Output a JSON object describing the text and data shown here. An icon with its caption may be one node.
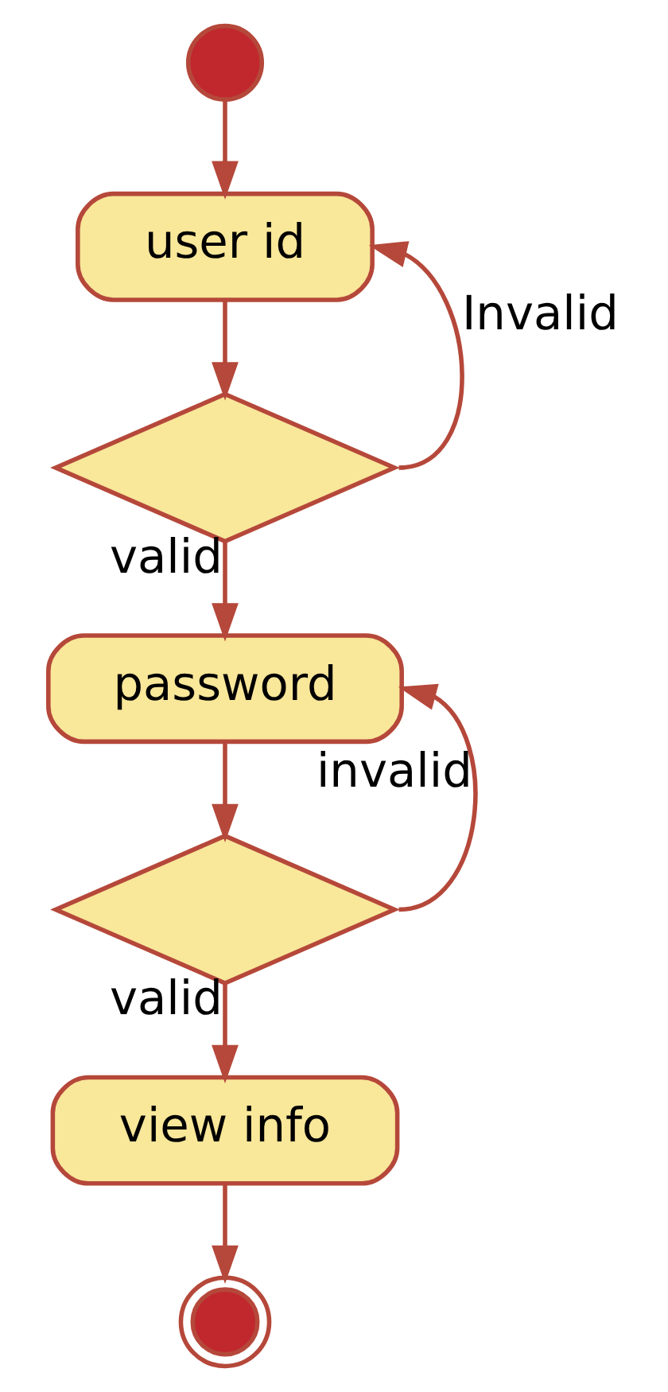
{
  "diagram": {
    "nodes": [
      {
        "text": [],
        "shape": "circle"
      },
      {
        "text": [
          "user id"
        ]
      },
      {
        "text": [],
        "shape": "diamond"
      },
      {
        "text": [
          "password"
        ]
      },
      {
        "text": [],
        "shape": "diamond"
      },
      {
        "text": [
          "view info"
        ]
      },
      {
        "text": [],
        "shape": "circle"
      }
    ],
    "edges": [
      {
        "from": 0,
        "to": 1,
        "arrow": "to"
      },
      {
        "from": 1,
        "to": 2,
        "arrow": "to"
      },
      {
        "from": 2,
        "to": 1,
        "arrow": "to",
        "label": "Invalid"
      },
      {
        "from": 2,
        "to": 3,
        "arrow": "to",
        "label": "valid"
      },
      {
        "from": 3,
        "to": 4,
        "arrow": "to"
      },
      {
        "from": 4,
        "to": 3,
        "arrow": "to",
        "label": "invalid"
      },
      {
        "from": 4,
        "to": 5,
        "arrow": "to",
        "label": "valid"
      },
      {
        "from": 5,
        "to": 6,
        "arrow": "to"
      }
    ]
  }
}
